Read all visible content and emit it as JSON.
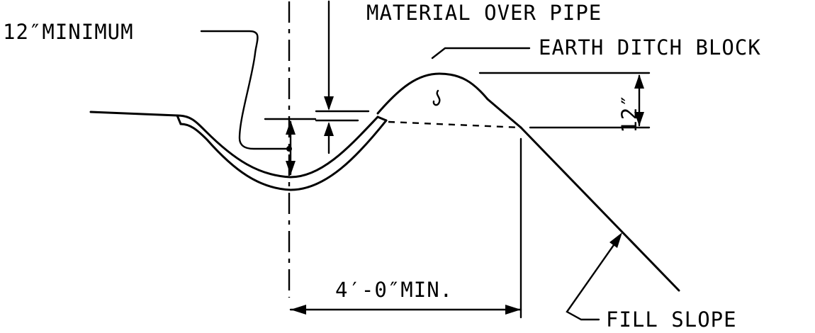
{
  "labels": {
    "twelve_minimum": "12″MINIMUM",
    "material_over_pipe": "MATERIAL OVER PIPE",
    "earth_ditch_block": "EARTH DITCH BLOCK",
    "twelve_inch": "12″",
    "four_foot_min": "4′-0″MIN.",
    "fill_slope": "FILL SLOPE"
  },
  "colors": {
    "line": "#000000",
    "background": "#ffffff"
  }
}
